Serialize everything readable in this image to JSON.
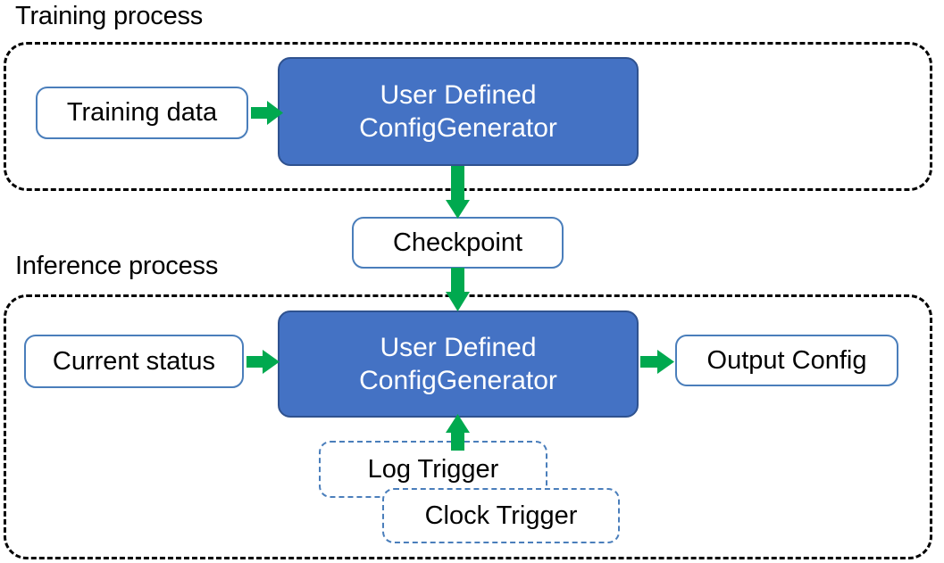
{
  "diagram": {
    "title_training": "Training process",
    "title_inference": "Inference process",
    "accent_blue": "#4472C4",
    "accent_blue_border": "#2F528F",
    "box_border_blue": "#4A7EBB",
    "arrow_green": "#00A94F",
    "container_border": "#000000",
    "background": "#FFFFFF"
  },
  "training": {
    "container_label": "Training process",
    "input_box": "Training data",
    "process_box_line1": "User Defined",
    "process_box_line2": "ConfigGenerator"
  },
  "shared": {
    "checkpoint_box": "Checkpoint"
  },
  "inference": {
    "container_label": "Inference process",
    "input_box": "Current status",
    "process_box_line1": "User Defined",
    "process_box_line2": "ConfigGenerator",
    "output_box": "Output Config",
    "triggers": [
      {
        "label": "Log Trigger"
      },
      {
        "label": "Clock Trigger"
      }
    ]
  },
  "arrows": [
    {
      "name": "training-data-to-generator",
      "from": "Training data",
      "to": "User Defined ConfigGenerator",
      "direction": "right"
    },
    {
      "name": "generator-to-checkpoint",
      "from": "User Defined ConfigGenerator",
      "to": "Checkpoint",
      "direction": "down"
    },
    {
      "name": "checkpoint-to-inference-generator",
      "from": "Checkpoint",
      "to": "User Defined ConfigGenerator",
      "direction": "down"
    },
    {
      "name": "current-status-to-generator",
      "from": "Current status",
      "to": "User Defined ConfigGenerator",
      "direction": "right"
    },
    {
      "name": "generator-to-output-config",
      "from": "User Defined ConfigGenerator",
      "to": "Output Config",
      "direction": "right"
    },
    {
      "name": "triggers-to-generator",
      "from": "Log Trigger",
      "to": "User Defined ConfigGenerator",
      "direction": "up"
    }
  ]
}
